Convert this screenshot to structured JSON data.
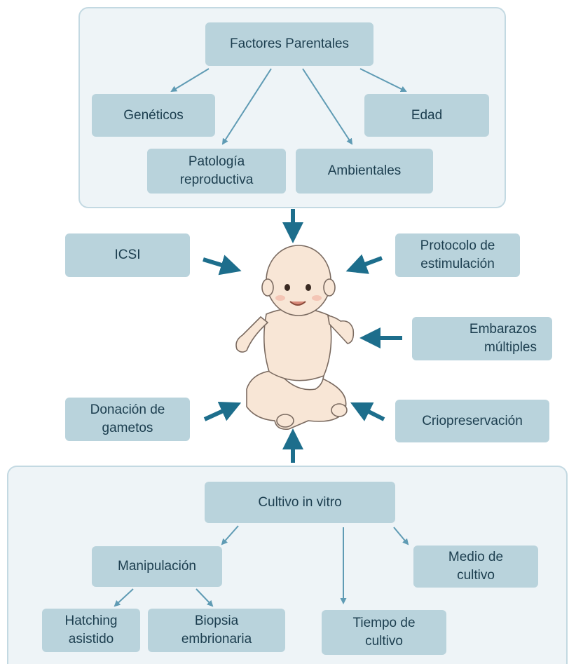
{
  "top_group": {
    "root": "Factores Parentales",
    "items": [
      "Genéticos",
      "Edad",
      "Patología\nreproductiva",
      "Ambientales"
    ]
  },
  "side_factors": {
    "icsi": "ICSI",
    "stimulation": "Protocolo de\nestimulación",
    "multiple": "Embarazos\nmúltiples",
    "donation": "Donación de\ngametos",
    "cryo": "Criopreservación"
  },
  "bottom_group": {
    "root": "Cultivo in vitro",
    "manipulation": "Manipulación",
    "medium": "Medio de\ncultivo",
    "hatching": "Hatching\nasistido",
    "biopsy": "Biopsia\nembrionaria",
    "time": "Tiempo de\ncultivo"
  },
  "colors": {
    "box_fill": "#b9d3dc",
    "panel_fill": "#eef4f7",
    "arrow_thin": "#5f9bb4",
    "arrow_thick": "#1d6e8c",
    "text": "#1c3e4f"
  },
  "icons": {
    "center_illustration": "baby-icon"
  }
}
